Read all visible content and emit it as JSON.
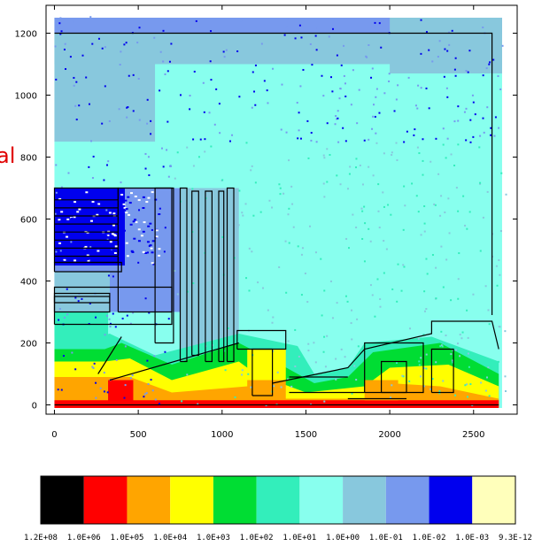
{
  "cut_label": "al",
  "chart_data": {
    "type": "heatmap",
    "title": "",
    "xlabel": "",
    "ylabel": "",
    "xlim": [
      -50,
      2760
    ],
    "ylim": [
      -30,
      1290
    ],
    "x_ticks": [
      0,
      500,
      1000,
      1500,
      2000,
      2500
    ],
    "y_ticks": [
      0,
      200,
      400,
      600,
      800,
      1000,
      1200
    ],
    "grid": false,
    "legend_placement": "bottom",
    "scale": [
      {
        "label": "1.2E+08",
        "color": "#000000"
      },
      {
        "label": "1.0E+06",
        "color": "#ff0000"
      },
      {
        "label": "1.0E+05",
        "color": "#ffa500"
      },
      {
        "label": "1.0E+04",
        "color": "#ffff00"
      },
      {
        "label": "1.0E+03",
        "color": "#00dd33"
      },
      {
        "label": "1.0E+02",
        "color": "#33eebb"
      },
      {
        "label": "1.0E+01",
        "color": "#88ffee"
      },
      {
        "label": "1.0E+00",
        "color": "#88c8dd"
      },
      {
        "label": "1.0E-01",
        "color": "#7799ee"
      },
      {
        "label": "1.0E-02",
        "color": "#0000ee"
      },
      {
        "label": "1.0E-03",
        "color": "#ffffbb"
      },
      {
        "label": "9.3E-12",
        "color": ""
      }
    ]
  }
}
